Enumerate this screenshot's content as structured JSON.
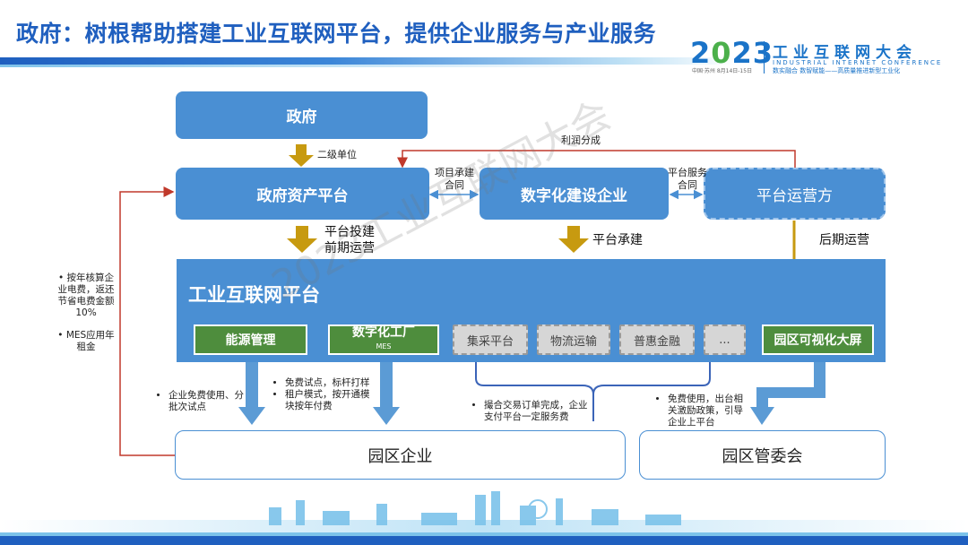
{
  "header": {
    "title": "政府：树根帮助搭建工业互联网平台，提供企业服务与产业服务",
    "logo_year_left": "2",
    "logo_year_o": "0",
    "logo_year_right": "23",
    "logo_name": "工业互联网大会",
    "logo_en": "INDUSTRIAL INTERNET CONFERENCE",
    "logo_slogan": "数实融合 数智赋能——高质量推进新型工业化",
    "logo_sub": "中国·苏州 8月14日-15日"
  },
  "nodes": {
    "gov": "政府",
    "gov_asset": "政府资产平台",
    "digital_builder": "数字化建设企业",
    "operator": "平台运营方",
    "platform": "工业互联网平台",
    "energy": "能源管理",
    "factory": "数字化工厂",
    "factory_sub": "MES",
    "procurement": "集采平台",
    "logistics": "物流运输",
    "finance": "普惠金融",
    "more": "...",
    "screen": "园区可视化大屏",
    "enterprise": "园区企业",
    "committee": "园区管委会"
  },
  "edges": {
    "secondary_unit": "二级单位",
    "profit_share": "利润分成",
    "project_contract": "项目承建\n合同",
    "service_contract": "平台服务\n合同",
    "invest_build": "平台投建\n前期运营",
    "platform_build": "平台承建",
    "later_ops": "后期运营"
  },
  "notes": {
    "left": [
      "按年核算企业电费，返还节省电费金额10%",
      "MES应用年租金"
    ],
    "energy": [
      "企业免费使用、分批次试点"
    ],
    "factory": [
      "免费试点，标杆打样",
      "租户模式，按开通模块按年付费"
    ],
    "trade": [
      "撮合交易订单完成，企业支付平台一定服务费"
    ],
    "committee": [
      "免费使用，出台相关激励政策，引导企业上平台"
    ]
  },
  "watermark": "2023工业互联网大会",
  "colors": {
    "title": "#1f5fbf",
    "box_blue": "#4a8fd3",
    "box_green": "#4e8d3d",
    "arrow_gold": "#c79a10",
    "arrow_blue": "#5b9bd5",
    "line_red": "#c0392b"
  }
}
